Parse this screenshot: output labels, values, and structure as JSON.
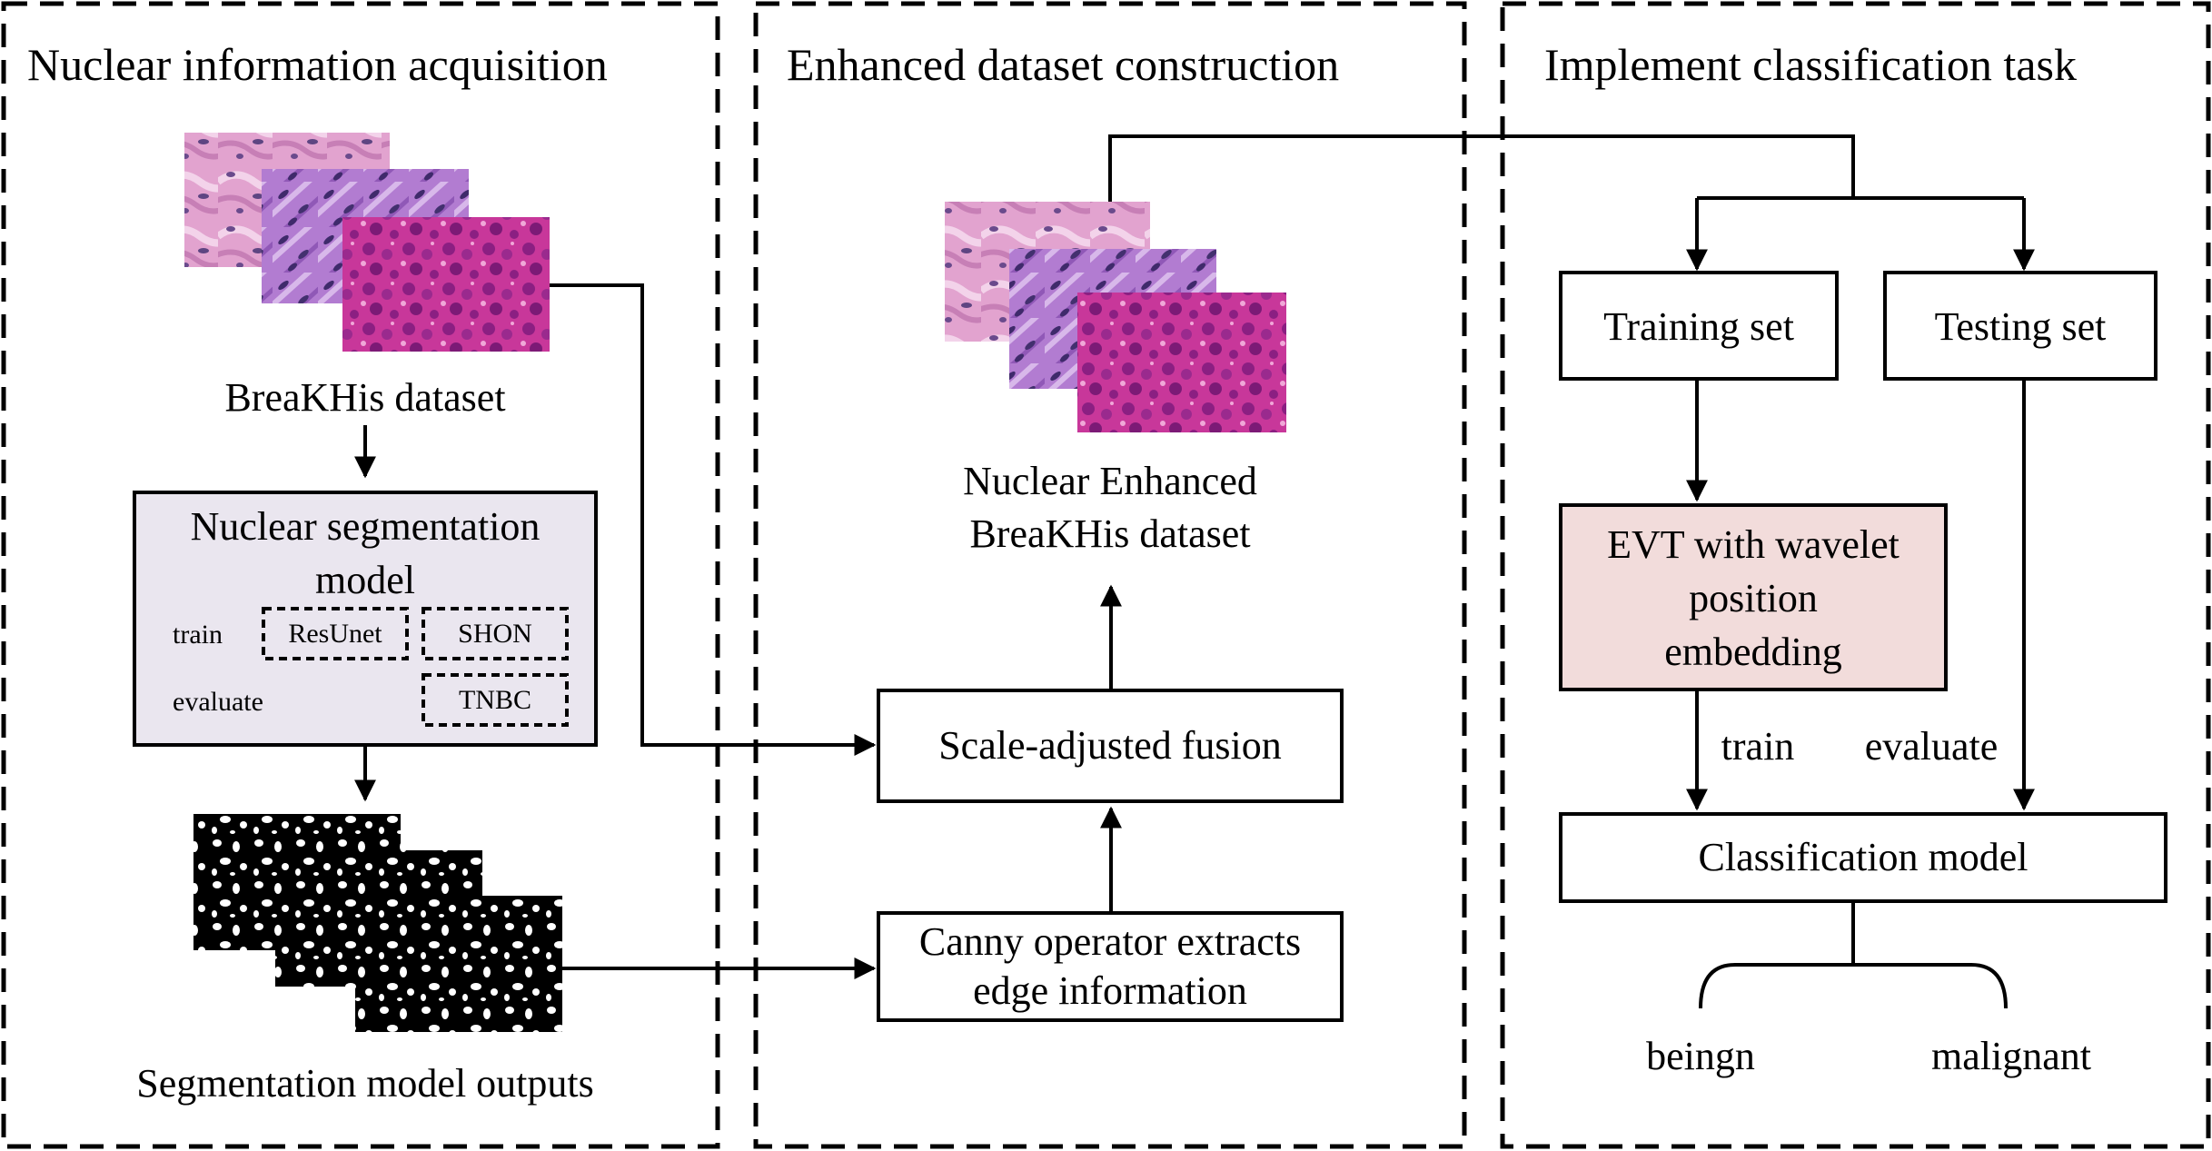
{
  "panels": [
    {
      "title": "Nuclear information acquisition"
    },
    {
      "title": "Enhanced dataset construction"
    },
    {
      "title": "Implement classification task"
    }
  ],
  "acquisition": {
    "dataset_label": "BreaKHis dataset",
    "seg_model": {
      "title_line1": "Nuclear segmentation",
      "title_line2": "model",
      "train_label": "train",
      "evaluate_label": "evaluate",
      "train_models": [
        "ResUnet",
        "SHON"
      ],
      "eval_dataset": "TNBC"
    },
    "outputs_label": "Segmentation model outputs"
  },
  "construction": {
    "fusion_label": "Scale-adjusted fusion",
    "canny_line1": "Canny operator extracts",
    "canny_line2": "edge information",
    "enhanced_line1": "Nuclear Enhanced",
    "enhanced_line2": "BreaKHis dataset"
  },
  "classification": {
    "training_set": "Training set",
    "testing_set": "Testing set",
    "evt_line1": "EVT with wavelet",
    "evt_line2": "position",
    "evt_line3": "embedding",
    "train_label": "train",
    "evaluate_label": "evaluate",
    "model_label": "Classification model",
    "outcome_benign": "beingn",
    "outcome_malignant": "malignant"
  },
  "colors": {
    "seg_box_fill": "#eae6ef",
    "evt_box_fill": "#f2dcdb",
    "he_light": "#d98cc4",
    "he_purple": "#a764c6",
    "he_magenta": "#c6308f"
  }
}
